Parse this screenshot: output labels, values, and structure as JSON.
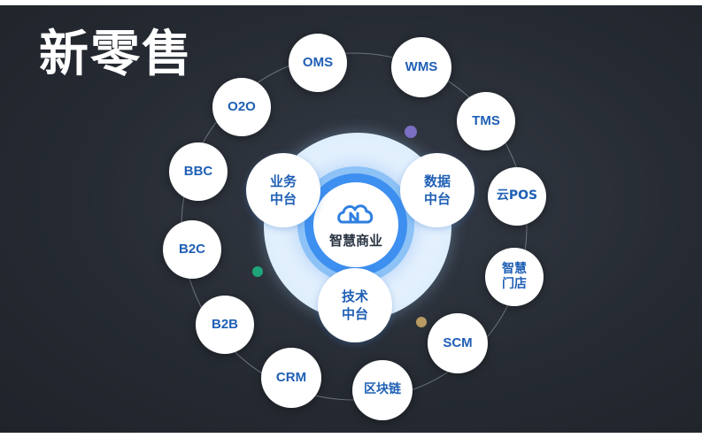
{
  "title": "新零售",
  "center": {
    "label": "智慧商业"
  },
  "inner_nodes": [
    {
      "lines": [
        "业务",
        "中台"
      ]
    },
    {
      "lines": [
        "数据",
        "中台"
      ]
    },
    {
      "lines": [
        "技术",
        "中台"
      ]
    }
  ],
  "outer_nodes": [
    {
      "lines": [
        "OMS"
      ]
    },
    {
      "lines": [
        "WMS"
      ]
    },
    {
      "lines": [
        "TMS"
      ]
    },
    {
      "lines": [
        "云POS"
      ]
    },
    {
      "lines": [
        "智慧",
        "门店"
      ]
    },
    {
      "lines": [
        "SCM"
      ]
    },
    {
      "lines": [
        "区块链"
      ]
    },
    {
      "lines": [
        "CRM"
      ]
    },
    {
      "lines": [
        "B2B"
      ]
    },
    {
      "lines": [
        "B2C"
      ]
    },
    {
      "lines": [
        "BBC"
      ]
    },
    {
      "lines": [
        "O2O"
      ]
    }
  ],
  "colors": {
    "background": "#262b33",
    "node_text": "#1f5fb5",
    "core_ring": "#3d8ff0",
    "dot_purple": "#7a6fc2",
    "dot_green": "#1fa57a",
    "dot_gold": "#b89a62"
  },
  "icons": {
    "center_logo": "cloud-logo-icon"
  }
}
